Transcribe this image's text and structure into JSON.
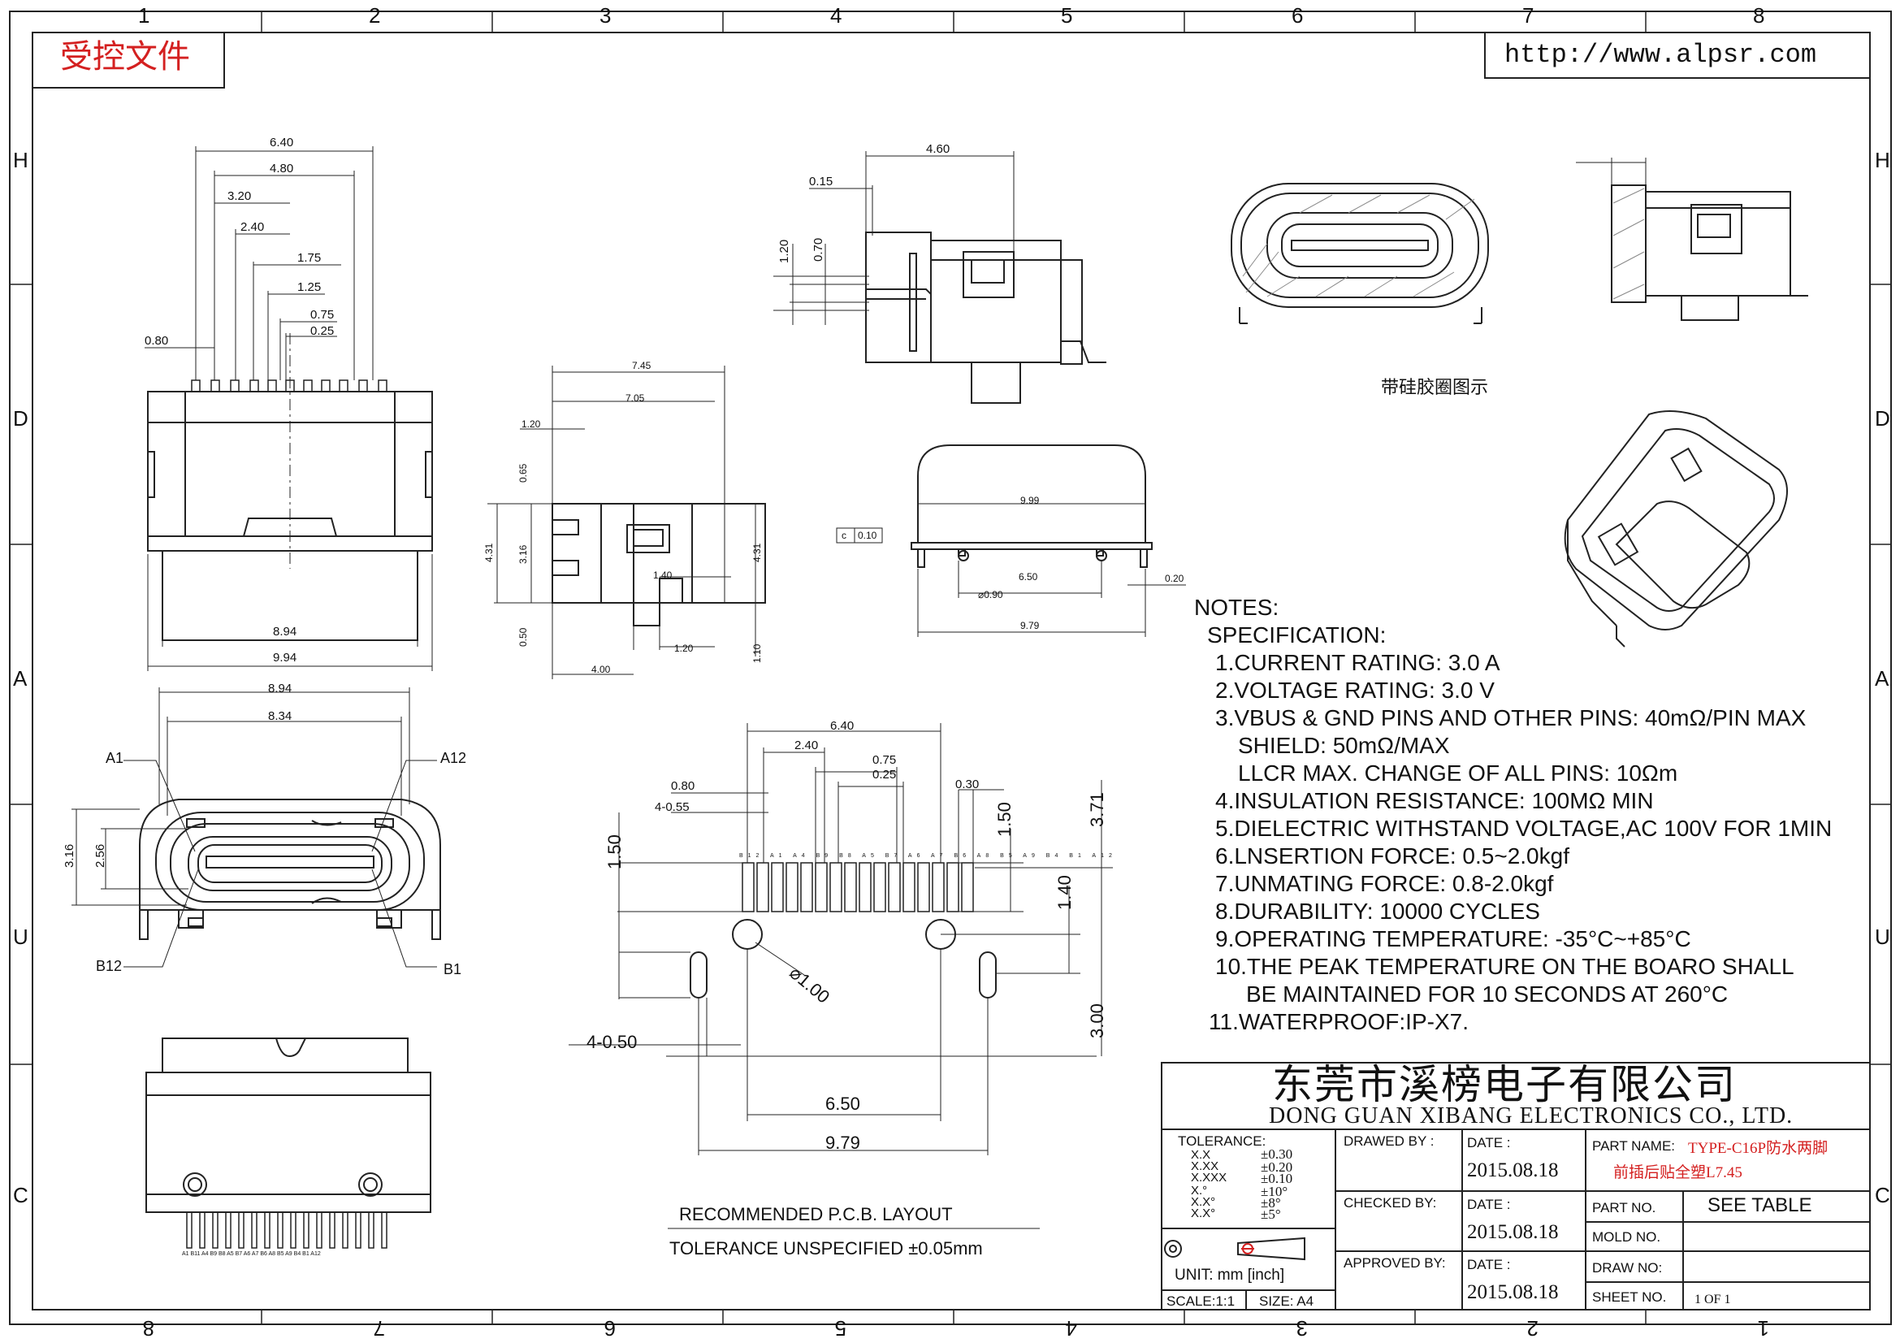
{
  "stamp": "受控文件",
  "website": "http://www.alpsr.com",
  "zones": {
    "top": [
      "1",
      "2",
      "3",
      "4",
      "5",
      "6",
      "7",
      "8"
    ],
    "bottom": [
      "8",
      "7",
      "6",
      "5",
      "4",
      "3",
      "2",
      "1"
    ],
    "left": [
      "H",
      "D",
      "A",
      "U",
      "C"
    ],
    "right": [
      "H",
      "D",
      "A",
      "U",
      "C"
    ]
  },
  "views": {
    "front": {
      "dims": [
        "6.40",
        "4.80",
        "3.20",
        "2.40",
        "1.75",
        "1.25",
        "0.75",
        "0.25",
        "0.80",
        "8.94",
        "9.94"
      ]
    },
    "side": {
      "dims": [
        "7.45",
        "7.05",
        "1.20",
        "0.65",
        "4.31",
        "3.16",
        "1.40",
        "4.31",
        "0.50",
        "4.00",
        "1.20",
        "1.10"
      ]
    },
    "side_top": {
      "dims": [
        "4.60",
        "0.15",
        "1.20",
        "0.70"
      ]
    },
    "bottom": {
      "dims": [
        "9.99",
        "0.10",
        "6.50",
        "0.20",
        "⌀0.90",
        "9.79"
      ],
      "datum": "c"
    },
    "face": {
      "dims": [
        "8.94",
        "8.34",
        "3.16",
        "2.56"
      ],
      "pins": [
        "A1",
        "A12",
        "B12",
        "B1"
      ]
    },
    "rear": {
      "pin_labels": "A1 B11 A4 B9 B8 A5 B7 A6 A7 B6 A8 B5 A9 B4 B1 A12"
    },
    "pcb": {
      "dims": [
        "6.40",
        "2.40",
        "0.75",
        "0.25",
        "0.80",
        "4-0.55",
        "0.30",
        "1.50",
        "1.50",
        "1.40",
        "3.71",
        "⌀1.00",
        "4-0.50",
        "3.00",
        "6.50",
        "9.79"
      ],
      "pads": [
        "B12",
        "A1",
        "A4",
        "B9",
        "B8",
        "A5",
        "B7",
        "A6",
        "A7",
        "B6",
        "A8",
        "B5",
        "A9",
        "B4",
        "B1",
        "A12"
      ],
      "title": "RECOMMENDED P.C.B. LAYOUT",
      "tolerance": "TOLERANCE UNSPECIFIED ±0.05mm"
    },
    "silicone_caption": "带硅胶圈图示"
  },
  "notes": {
    "heading": "NOTES:",
    "sub": "SPECIFICATION:",
    "lines": [
      "1.CURRENT RATING: 3.0 A",
      "2.VOLTAGE RATING: 3.0 V",
      "3.VBUS & GND PINS AND OTHER PINS: 40mΩ/PIN MAX",
      "SHIELD: 50mΩ/MAX",
      "LLCR MAX. CHANGE OF ALL PINS: 10Ωm",
      "4.INSULATION RESISTANCE:  100MΩ MIN",
      "5.DIELECTRIC WITHSTAND VOLTAGE,AC 100V FOR 1MIN",
      "6.LNSERTION FORCE: 0.5~2.0kgf",
      "7.UNMATING FORCE: 0.8-2.0kgf",
      "8.DURABILITY: 10000 CYCLES",
      "9.OPERATING TEMPERATURE: -35°C~+85°C",
      "10.THE PEAK TEMPERATURE ON THE BOARO SHALL",
      "BE MAINTAINED FOR 10 SECONDS AT 260°C",
      "11.WATERPROOF:IP-X7."
    ]
  },
  "title_block": {
    "company_cn": "东莞市溪榜电子有限公司",
    "company_en": "DONG GUAN XIBANG ELECTRONICS CO., LTD.",
    "tolerance_label": "TOLERANCE:",
    "tolerance_rows": [
      [
        "X.X",
        "±0.30"
      ],
      [
        "X.XX",
        "±0.20"
      ],
      [
        "X.XXX",
        "±0.10"
      ],
      [
        "X.°",
        "±10°"
      ],
      [
        "X.X°",
        "±8°"
      ],
      [
        "X.X°",
        "±5°"
      ]
    ],
    "unit": "UNIT:  mm  [inch]",
    "scale": "SCALE:1:1",
    "size": "SIZE:  A4",
    "drawn_by": "DRAWED BY :",
    "checked_by": "CHECKED BY:",
    "approved_by": "APPROVED BY:",
    "date_label": "DATE  :",
    "date": "2015.08.18",
    "part_name_label": "PART NAME:",
    "part_name_1": "TYPE-C16P防水两脚",
    "part_name_2": "前插后贴全塑L7.45",
    "part_no_label": "PART NO.",
    "part_no": "SEE TABLE",
    "mold_no_label": "MOLD NO.",
    "draw_no_label": "DRAW NO:",
    "sheet_label": "SHEET NO.",
    "sheet": "1 OF 1"
  }
}
